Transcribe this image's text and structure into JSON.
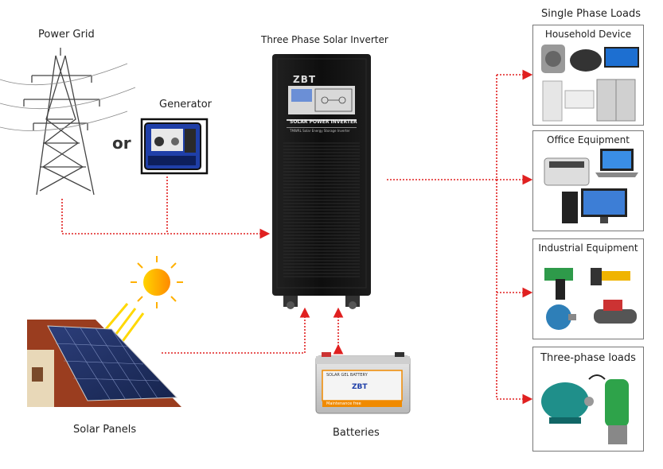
{
  "labels": {
    "power_grid": "Power Grid",
    "generator": "Generator",
    "or": "or",
    "inverter": "Three Phase Solar Inverter",
    "single_phase": "Single Phase Loads",
    "solar_panels": "Solar Panels",
    "batteries": "Batteries"
  },
  "inverter": {
    "brand": "ZBT",
    "panel_title": "SOLAR POWER INVERTER",
    "panel_sub": "TMWRL Solar Energy Storage Inverter"
  },
  "battery": {
    "brand": "ZBT",
    "label_line1": "SOLAR GEL BATTERY",
    "label_line2": "Maintenance free"
  },
  "loads": [
    {
      "title": "Household Device"
    },
    {
      "title": "Office Equipment"
    },
    {
      "title": "Industrial Equipment"
    },
    {
      "title": "Three-phase loads"
    }
  ],
  "colors": {
    "arrow": "#e02020",
    "box_border": "#777777",
    "cabinet": "#111111"
  }
}
